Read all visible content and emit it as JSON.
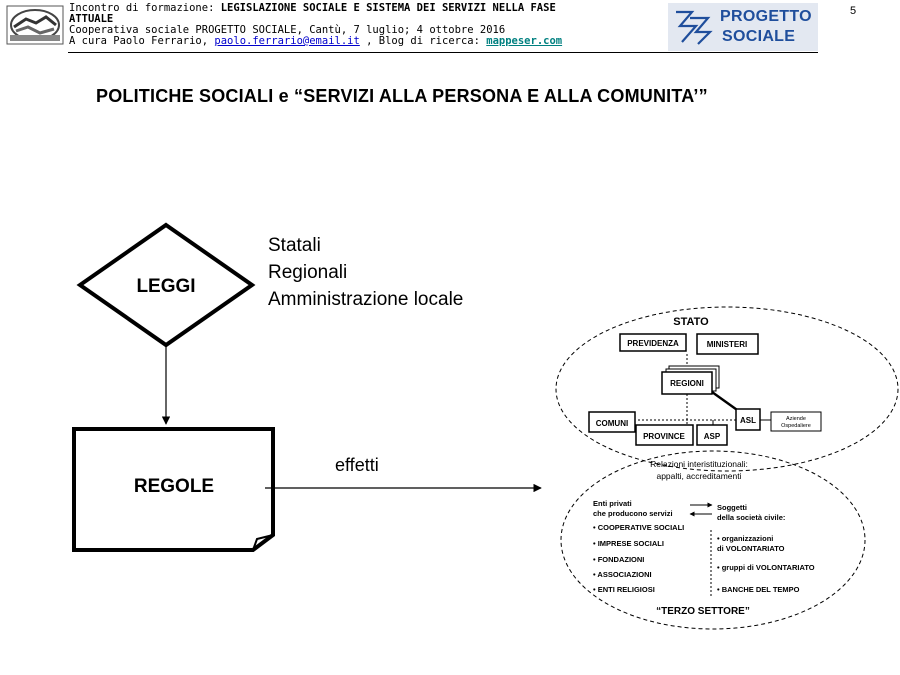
{
  "header": {
    "line1_prefix": "Incontro di formazione: ",
    "line1_bold": "LEGISLAZIONE SOCIALE E SISTEMA DEI SERVIZI NELLA FASE",
    "line2_bold": "ATTUALE",
    "line3": "Cooperativa sociale PROGETTO SOCIALE, Cantù, 7 luglio; 4 ottobre 2016",
    "line4_prefix": "A cura Paolo Ferrario, ",
    "line4_email": "paolo.ferrario@email.it",
    "line4_mid": " , Blog di ricerca: ",
    "line4_blog": "mappeser.com",
    "logo_line1": "PROGETTO",
    "logo_line2": "SOCIALE",
    "page_number": "5"
  },
  "title": "POLITICHE SOCIALI e “SERVIZI ALLA PERSONA E ALLA COMUNITA’”",
  "flow": {
    "diamond_label": "LEGGI",
    "levels": [
      "Statali",
      "Regionali",
      "Amministrazione locale"
    ],
    "document_label": "REGOLE",
    "arrow_label": "effetti"
  },
  "network": {
    "stato_label": "STATO",
    "previdenza": "PREVIDENZA",
    "ministeri": "MINISTERI",
    "regioni": "REGIONI",
    "comuni": "COMUNI",
    "provincie": "PROVINCE",
    "asp": "ASP",
    "asl": "ASL",
    "aziende_line1": "Aziende",
    "aziende_line2": "Ospedaliere",
    "relazioni_line1": "Relazioni interistituzionali:",
    "relazioni_line2": "appalti, accreditamenti",
    "enti_privati_line1": "Enti privati",
    "enti_privati_line2": "che producono servizi",
    "soggetti_line1": "Soggetti",
    "soggetti_line2": "della società civile:",
    "left_items": [
      "• COOPERATIVE SOCIALI",
      "• IMPRESE SOCIALI",
      "• FONDAZIONI",
      "• ASSOCIAZIONI",
      "• ENTI RELIGIOSI"
    ],
    "right_items": [
      "• organizzazioni",
      "di VOLONTARIATO",
      "• gruppi di VOLONTARIATO",
      "• BANCHE DEL TEMPO"
    ],
    "terzo_settore": "“TERZO SETTORE”"
  }
}
